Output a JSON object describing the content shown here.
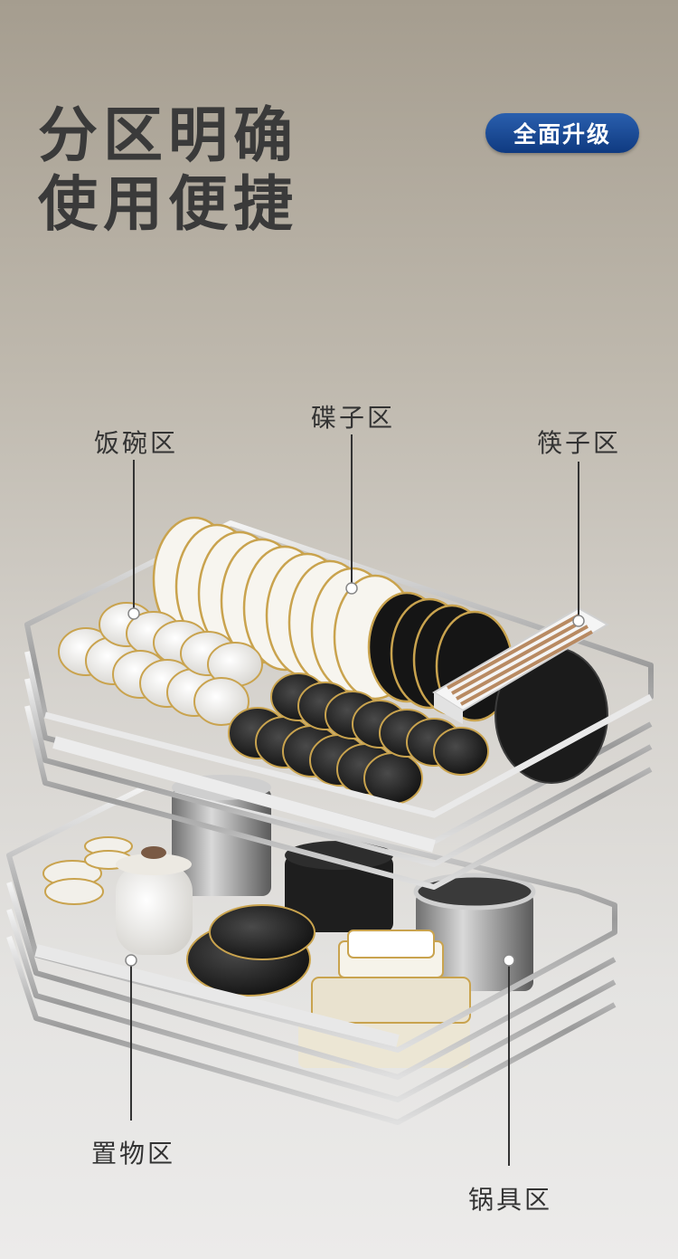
{
  "headline": {
    "line1": "分区明确",
    "line2": "使用便捷"
  },
  "badge": "全面升级",
  "zones": {
    "bowl": "饭碗区",
    "plate": "碟子区",
    "chopsticks": "筷子区",
    "storage": "置物区",
    "pot": "锅具区"
  },
  "colors": {
    "badge": "#1a4a95",
    "text": "#333333"
  }
}
